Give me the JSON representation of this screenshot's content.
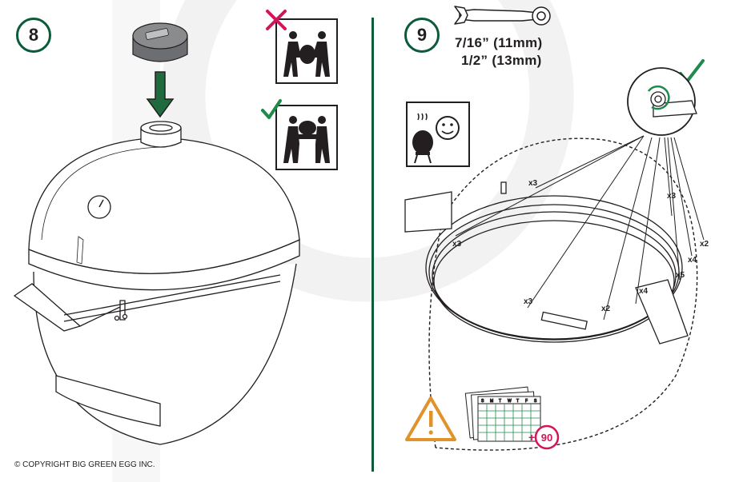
{
  "steps": [
    {
      "number": "8"
    },
    {
      "number": "9"
    }
  ],
  "wrench_sizes": [
    "7/16” (11mm)",
    "1/2” (13mm)"
  ],
  "bolt_counts": [
    "x3",
    "x3",
    "x3",
    "x3",
    "x2",
    "x4",
    "x5",
    "x4",
    "x2"
  ],
  "calendar_days": [
    "S",
    "M",
    "T",
    "W",
    "T",
    "F",
    "S"
  ],
  "retighten_days": "90",
  "copyright": "© COPYRIGHT BIG GREEN EGG INC.",
  "colors": {
    "green": "#0b5a3a",
    "check_green": "#1f8a4c",
    "warning_orange": "#e0922b",
    "days_magenta": "#d4145a",
    "wrong_red": "#d4145a"
  },
  "icons": [
    "wrong-x-icon",
    "correct-check-icon",
    "two-person-lift-icon",
    "wrench-icon",
    "happy-grill-icon",
    "warning-icon",
    "calendar-icon"
  ]
}
